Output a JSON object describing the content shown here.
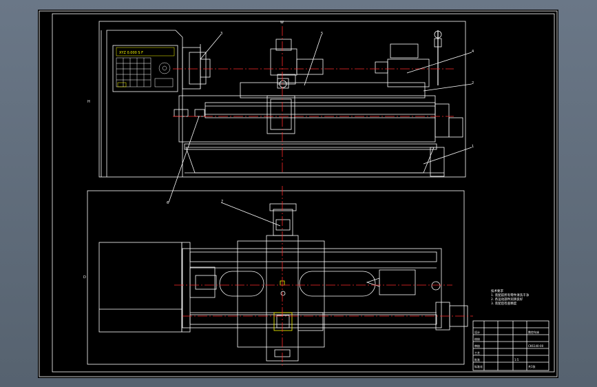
{
  "drawing": {
    "background": "#000000",
    "frame_color": "#ffffff",
    "centerline_color": "#ff2a2a",
    "accent_color": "#ffff00",
    "part_labels": [
      "1",
      "2",
      "3",
      "4",
      "5",
      "6",
      "7"
    ],
    "dimension_labels": {
      "width": "W",
      "height": "H",
      "depth": "D"
    }
  },
  "panel": {
    "display_marks": "XYZ 0.000 S F"
  },
  "notes": {
    "lines": [
      "技术要求",
      "1. 装配前所有零件清洗干净",
      "2. 各运动部件润滑良好",
      "3. 装配后检查精度"
    ]
  },
  "title_block": {
    "title": "数控车床",
    "drawing_no": "CK6140-00",
    "labels": [
      "设计",
      "校核",
      "审核",
      "工艺",
      "批准",
      "标准化"
    ],
    "scale": "1:5",
    "sheet": "共1张"
  }
}
